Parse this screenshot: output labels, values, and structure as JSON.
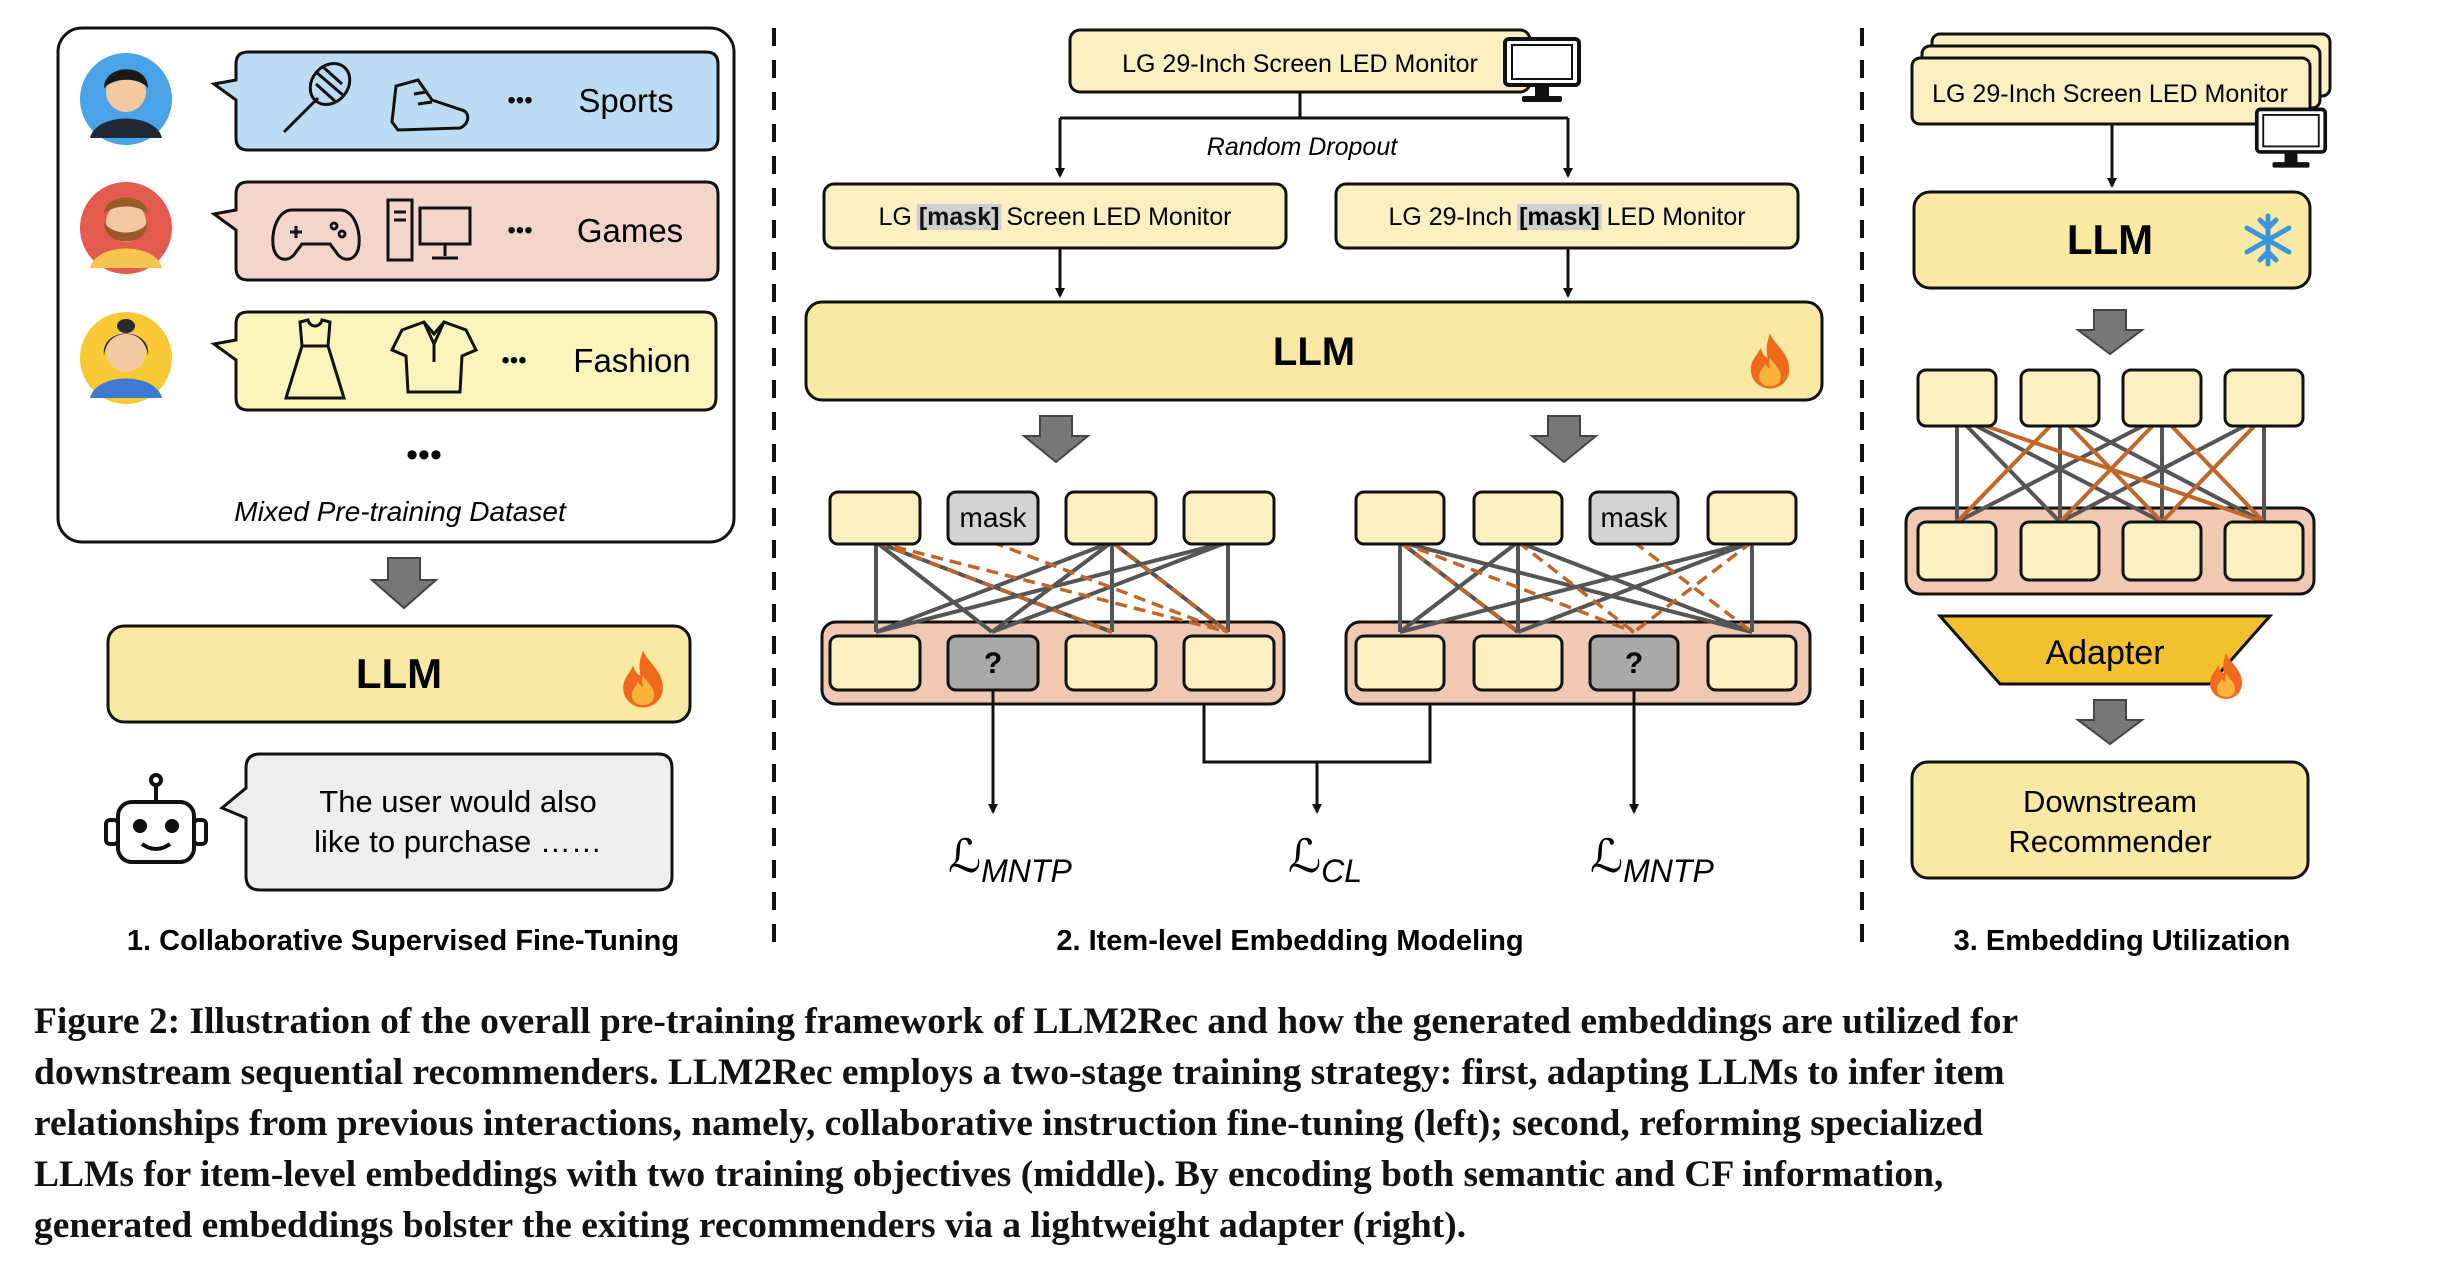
{
  "panel1": {
    "categories": [
      {
        "label": "Sports",
        "icons": [
          "badminton-racket-icon",
          "sneaker-icon"
        ],
        "color": "#bcdcf3"
      },
      {
        "label": "Games",
        "icons": [
          "gamepad-icon",
          "computer-icon"
        ],
        "color": "#f4d5cc"
      },
      {
        "label": "Fashion",
        "icons": [
          "dress-icon",
          "polo-shirt-icon"
        ],
        "color": "#fbf4bd"
      }
    ],
    "inline_ellipsis": "•••",
    "more_dots": "•••",
    "dataset_label": "Mixed Pre-training Dataset",
    "llm_label": "LLM",
    "bot_text": [
      "The user would also",
      "like to purchase ……"
    ],
    "section_title": "1. Collaborative Supervised Fine-Tuning"
  },
  "panel2": {
    "input_text": "LG 29-Inch Screen LED Monitor",
    "dropout_label": "Random Dropout",
    "masked_left": {
      "before": "LG ",
      "mask": "[mask]",
      "after": " Screen LED Monitor"
    },
    "masked_right": {
      "before": "LG 29-Inch ",
      "mask": "[mask]",
      "after": " LED Monitor"
    },
    "llm_label": "LLM",
    "mask_token": "mask",
    "query_token": "?",
    "loss_left": {
      "main": "ℒ",
      "sub": "MNTP"
    },
    "loss_center": {
      "main": "ℒ",
      "sub": "CL"
    },
    "loss_right": {
      "main": "ℒ",
      "sub": "MNTP"
    },
    "section_title": "2. Item-level Embedding Modeling"
  },
  "panel3": {
    "input_text": "LG 29-Inch Screen LED Monitor",
    "llm_label": "LLM",
    "adapter_label": "Adapter",
    "downstream_label": [
      "Downstream",
      "Recommender"
    ],
    "section_title": "3. Embedding Utilization"
  },
  "colors": {
    "llm_fill": "#fae9a3",
    "token_fill": "#fcf0c3",
    "mask_fill": "#d3d3d3",
    "bar_fill": "#f0c9b4",
    "adapter_fill": "#f2c12e",
    "arrow_gray": "#777777",
    "dashed_orange": "#c0662b",
    "flame": "#f06a1e",
    "snowflake": "#3b94dc"
  },
  "caption": [
    "Figure 2: Illustration of the overall pre-training framework of LLM2Rec and how the generated embeddings are utilized for",
    "downstream sequential recommenders. LLM2Rec employs a two-stage training strategy: first, adapting LLMs to infer item",
    "relationships from previous interactions, namely, collaborative instruction fine-tuning (left); second, reforming specialized",
    "LLMs for item-level embeddings with two training objectives (middle). By encoding both semantic and CF information,",
    "generated embeddings bolster the exiting recommenders via a lightweight adapter (right)."
  ]
}
